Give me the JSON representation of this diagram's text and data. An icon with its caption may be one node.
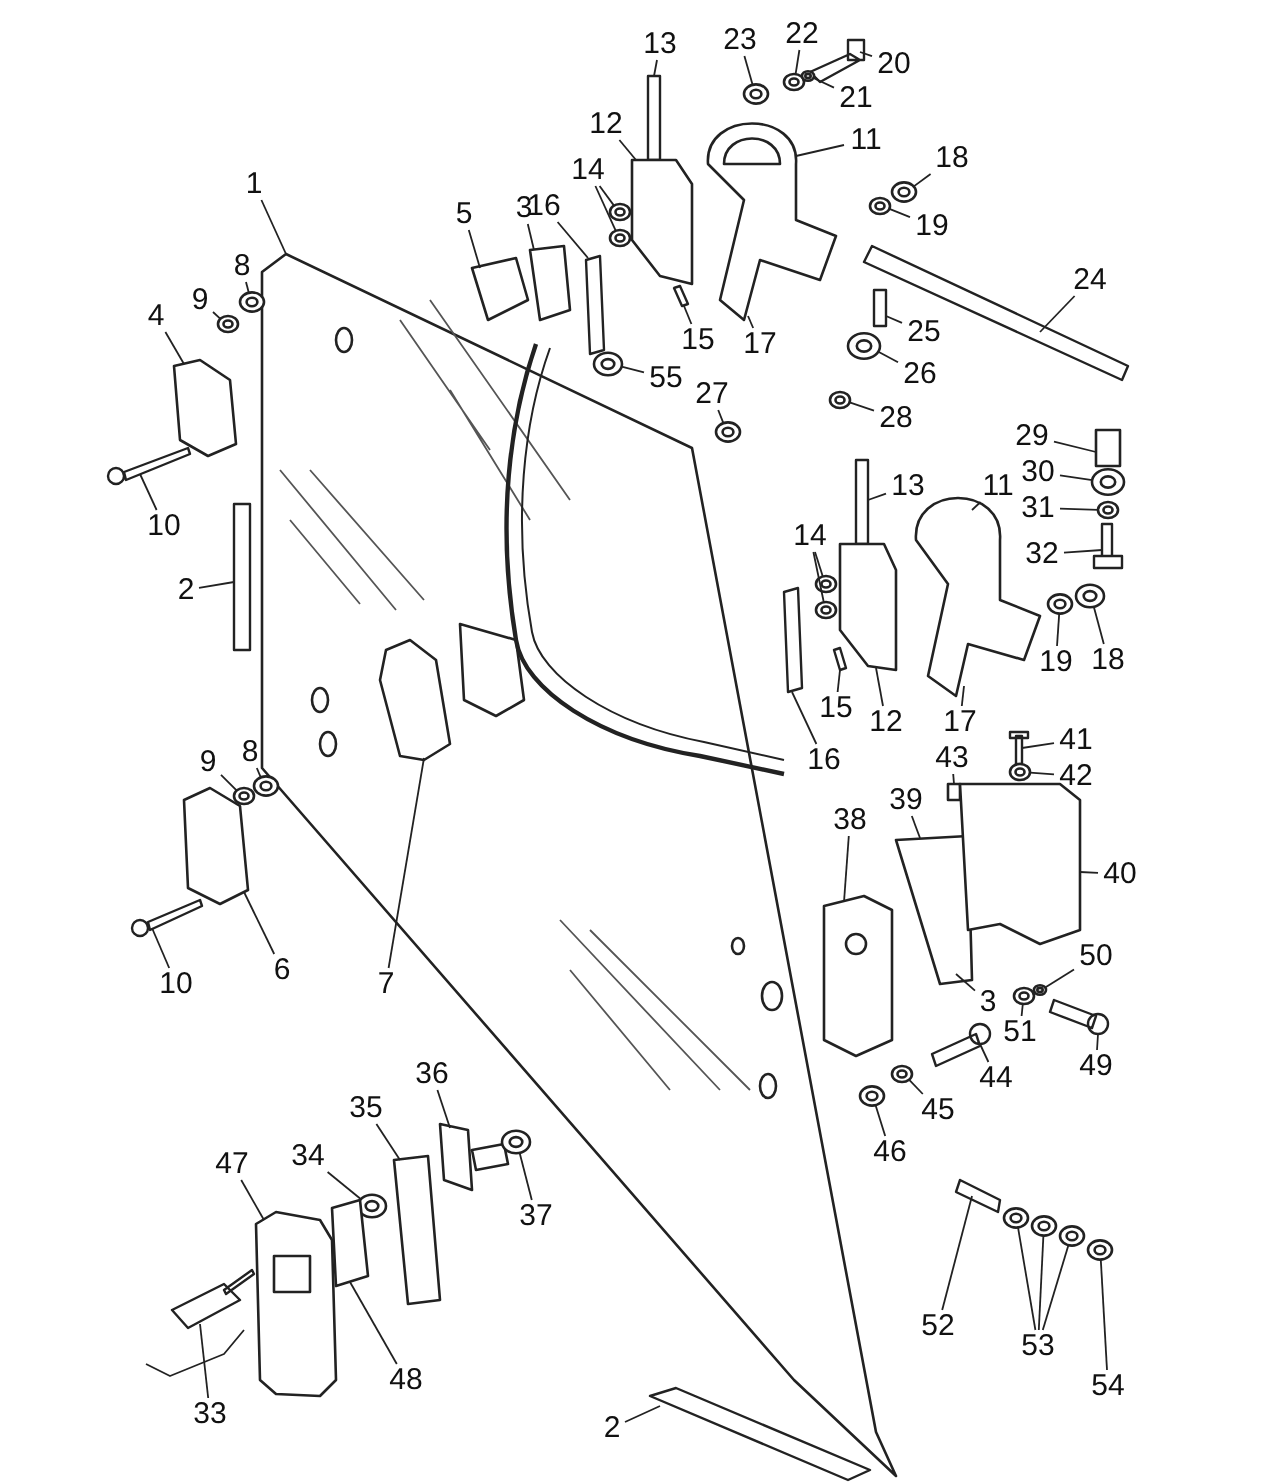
{
  "diagram": {
    "nodes": [
      {
        "text": [
          "1"
        ]
      },
      {
        "text": [
          "13"
        ]
      },
      {
        "text": [
          "23"
        ]
      },
      {
        "text": [
          "22"
        ]
      },
      {
        "text": [
          "20"
        ]
      },
      {
        "text": [
          "21"
        ]
      },
      {
        "text": [
          "12"
        ]
      },
      {
        "text": [
          "11"
        ]
      },
      {
        "text": [
          "16"
        ]
      },
      {
        "text": [
          "5"
        ]
      },
      {
        "text": [
          "3"
        ]
      },
      {
        "text": [
          "14"
        ]
      },
      {
        "text": [
          "18"
        ]
      },
      {
        "text": [
          "8"
        ]
      },
      {
        "text": [
          "9"
        ]
      },
      {
        "text": [
          "4"
        ]
      },
      {
        "text": [
          "19"
        ]
      },
      {
        "text": [
          "24"
        ]
      },
      {
        "text": [
          "15"
        ]
      },
      {
        "text": [
          "17"
        ]
      },
      {
        "text": [
          "25"
        ]
      },
      {
        "text": [
          "55"
        ]
      },
      {
        "text": [
          "26"
        ]
      },
      {
        "text": [
          "27"
        ]
      },
      {
        "text": [
          "28"
        ]
      },
      {
        "text": [
          "11"
        ]
      },
      {
        "text": [
          "13"
        ]
      },
      {
        "text": [
          "29"
        ]
      },
      {
        "text": [
          "30"
        ]
      },
      {
        "text": [
          "31"
        ]
      },
      {
        "text": [
          "32"
        ]
      },
      {
        "text": [
          "10"
        ]
      },
      {
        "text": [
          "14"
        ]
      },
      {
        "text": [
          "2"
        ]
      },
      {
        "text": [
          "19"
        ]
      },
      {
        "text": [
          "18"
        ]
      },
      {
        "text": [
          "15"
        ]
      },
      {
        "text": [
          "12"
        ]
      },
      {
        "text": [
          "17"
        ]
      },
      {
        "text": [
          "16"
        ]
      },
      {
        "text": [
          "41"
        ]
      },
      {
        "text": [
          "43"
        ]
      },
      {
        "text": [
          "42"
        ]
      },
      {
        "text": [
          "9"
        ]
      },
      {
        "text": [
          "8"
        ]
      },
      {
        "text": [
          "39"
        ]
      },
      {
        "text": [
          "38"
        ]
      },
      {
        "text": [
          "40"
        ]
      },
      {
        "text": [
          "10"
        ]
      },
      {
        "text": [
          "6"
        ]
      },
      {
        "text": [
          "7"
        ]
      },
      {
        "text": [
          "3"
        ]
      },
      {
        "text": [
          "50"
        ]
      },
      {
        "text": [
          "51"
        ]
      },
      {
        "text": [
          "49"
        ]
      },
      {
        "text": [
          "44"
        ]
      },
      {
        "text": [
          "45"
        ]
      },
      {
        "text": [
          "46"
        ]
      },
      {
        "text": [
          "36"
        ]
      },
      {
        "text": [
          "35"
        ]
      },
      {
        "text": [
          "34"
        ]
      },
      {
        "text": [
          "37"
        ]
      },
      {
        "text": [
          "47"
        ]
      },
      {
        "text": [
          "48"
        ]
      },
      {
        "text": [
          "52"
        ]
      },
      {
        "text": [
          "53"
        ]
      },
      {
        "text": [
          "54"
        ]
      },
      {
        "text": [
          "33"
        ]
      },
      {
        "text": [
          "2"
        ]
      },
      {
        "text": [],
        "shape": "box"
      },
      {
        "text": [],
        "shape": "bar"
      },
      {
        "text": [],
        "shape": "circle"
      },
      {
        "text": [],
        "shape": "circle"
      },
      {
        "text": [],
        "shape": "bar"
      },
      {
        "text": [],
        "shape": "circle"
      },
      {
        "text": [],
        "shape": "box"
      },
      {
        "text": [],
        "shape": "box"
      },
      {
        "text": [],
        "shape": "bar"
      },
      {
        "text": [],
        "shape": "box"
      },
      {
        "text": [],
        "shape": "box"
      },
      {
        "text": [],
        "shape": "circle"
      },
      {
        "text": [],
        "shape": "circle"
      },
      {
        "text": [],
        "shape": "circle"
      },
      {
        "text": [],
        "shape": "circle"
      },
      {
        "text": [],
        "shape": "circle"
      },
      {
        "text": [],
        "shape": "box"
      },
      {
        "text": [],
        "shape": "circle"
      },
      {
        "text": [],
        "shape": "bar"
      },
      {
        "text": [],
        "shape": "bar"
      },
      {
        "text": [],
        "shape": "bar"
      },
      {
        "text": [],
        "shape": "circle"
      },
      {
        "text": [],
        "shape": "circle"
      },
      {
        "text": [],
        "shape": "circle"
      },
      {
        "text": [],
        "shape": "circle"
      },
      {
        "text": [],
        "shape": "box"
      },
      {
        "text": [],
        "shape": "bar"
      },
      {
        "text": [],
        "shape": "box"
      },
      {
        "text": [],
        "shape": "circle"
      },
      {
        "text": [],
        "shape": "circle"
      },
      {
        "text": [],
        "shape": "bar"
      },
      {
        "text": [],
        "shape": "bar"
      },
      {
        "text": [],
        "shape": "circle"
      },
      {
        "text": [],
        "shape": "circle"
      },
      {
        "text": [],
        "shape": "bar"
      },
      {
        "text": [],
        "shape": "circle"
      },
      {
        "text": [],
        "shape": "circle"
      },
      {
        "text": [],
        "shape": "bar"
      },
      {
        "text": [],
        "shape": "box"
      },
      {
        "text": [],
        "shape": "bar"
      },
      {
        "text": [],
        "shape": "bar"
      },
      {
        "text": [],
        "shape": "box"
      },
      {
        "text": [],
        "shape": "circle"
      },
      {
        "text": [],
        "shape": "circle"
      },
      {
        "text": [],
        "shape": "circle"
      },
      {
        "text": [],
        "shape": "box"
      },
      {
        "text": [],
        "shape": "box"
      },
      {
        "text": [],
        "shape": "box"
      },
      {
        "text": [],
        "shape": "bar"
      },
      {
        "text": [],
        "shape": "box"
      },
      {
        "text": [],
        "shape": "box",
        "in": 69
      },
      {
        "text": [],
        "shape": "circle"
      },
      {
        "text": [],
        "shape": "circle"
      },
      {
        "text": [],
        "shape": "bar"
      },
      {
        "text": [],
        "shape": "bar"
      },
      {
        "text": [],
        "shape": "circle"
      },
      {
        "text": [],
        "shape": "circle"
      },
      {
        "text": [],
        "shape": "box"
      },
      {
        "text": [],
        "shape": "box"
      },
      {
        "text": [],
        "shape": "circle"
      },
      {
        "text": [],
        "shape": "circle"
      },
      {
        "text": [],
        "shape": "box"
      },
      {
        "text": [],
        "shape": "box"
      },
      {
        "text": [],
        "shape": "bar"
      },
      {
        "text": [],
        "shape": "circle"
      },
      {
        "text": [],
        "shape": "circle"
      },
      {
        "text": [],
        "shape": "circle"
      },
      {
        "text": [],
        "shape": "circle"
      },
      {
        "text": [],
        "shape": "bar"
      },
      {
        "text": [],
        "shape": "bar"
      },
      {
        "text": [],
        "shape": "box",
        "in": 69
      }
    ],
    "edges": [
      {
        "from": 0,
        "to": 69,
        "arrow": "none"
      },
      {
        "from": 1,
        "to": 70,
        "arrow": "none"
      },
      {
        "from": 2,
        "to": 71,
        "arrow": "none"
      },
      {
        "from": 3,
        "to": 72,
        "arrow": "none"
      },
      {
        "from": 4,
        "to": 73,
        "arrow": "none"
      },
      {
        "from": 5,
        "to": 74,
        "arrow": "none"
      },
      {
        "from": 6,
        "to": 75,
        "arrow": "none"
      },
      {
        "from": 7,
        "to": 76,
        "arrow": "none"
      },
      {
        "from": 8,
        "to": 77,
        "arrow": "none"
      },
      {
        "from": 9,
        "to": 78,
        "arrow": "none"
      },
      {
        "from": 10,
        "to": 79,
        "arrow": "none"
      },
      {
        "from": 11,
        "to": 80,
        "arrow": "none"
      },
      {
        "from": 11,
        "to": 81,
        "arrow": "none"
      },
      {
        "from": 12,
        "to": 82,
        "arrow": "none"
      },
      {
        "from": 13,
        "to": 83,
        "arrow": "none"
      },
      {
        "from": 14,
        "to": 84,
        "arrow": "none"
      },
      {
        "from": 15,
        "to": 85,
        "arrow": "none"
      },
      {
        "from": 16,
        "to": 86,
        "arrow": "none"
      },
      {
        "from": 17,
        "to": 87,
        "arrow": "none"
      },
      {
        "from": 18,
        "to": 88,
        "arrow": "none"
      },
      {
        "from": 19,
        "to": 76,
        "arrow": "none"
      },
      {
        "from": 20,
        "to": 89,
        "arrow": "none"
      },
      {
        "from": 21,
        "to": 90,
        "arrow": "none"
      },
      {
        "from": 22,
        "to": 91,
        "arrow": "none"
      },
      {
        "from": 23,
        "to": 92,
        "arrow": "none"
      },
      {
        "from": 24,
        "to": 93,
        "arrow": "none"
      },
      {
        "from": 25,
        "to": 94,
        "arrow": "none"
      },
      {
        "from": 26,
        "to": 95,
        "arrow": "none"
      },
      {
        "from": 27,
        "to": 96,
        "arrow": "none"
      },
      {
        "from": 28,
        "to": 97,
        "arrow": "none"
      },
      {
        "from": 29,
        "to": 98,
        "arrow": "none"
      },
      {
        "from": 30,
        "to": 99,
        "arrow": "none"
      },
      {
        "from": 31,
        "to": 100,
        "arrow": "none"
      },
      {
        "from": 32,
        "to": 101,
        "arrow": "none"
      },
      {
        "from": 32,
        "to": 102,
        "arrow": "none"
      },
      {
        "from": 33,
        "to": 103,
        "arrow": "none"
      },
      {
        "from": 34,
        "to": 104,
        "arrow": "none"
      },
      {
        "from": 35,
        "to": 105,
        "arrow": "none"
      },
      {
        "from": 36,
        "to": 106,
        "arrow": "none"
      },
      {
        "from": 37,
        "to": 107,
        "arrow": "none"
      },
      {
        "from": 38,
        "to": 94,
        "arrow": "none"
      },
      {
        "from": 39,
        "to": 108,
        "arrow": "none"
      },
      {
        "from": 40,
        "to": 109,
        "arrow": "none"
      },
      {
        "from": 41,
        "to": 110,
        "arrow": "none"
      },
      {
        "from": 42,
        "to": 111,
        "arrow": "none"
      },
      {
        "from": 43,
        "to": 112,
        "arrow": "none"
      },
      {
        "from": 44,
        "to": 113,
        "arrow": "none"
      },
      {
        "from": 45,
        "to": 114,
        "arrow": "none"
      },
      {
        "from": 46,
        "to": 115,
        "arrow": "none"
      },
      {
        "from": 47,
        "to": 116,
        "arrow": "none"
      },
      {
        "from": 48,
        "to": 117,
        "arrow": "none"
      },
      {
        "from": 49,
        "to": 118,
        "arrow": "none"
      },
      {
        "from": 50,
        "to": 119,
        "arrow": "none"
      },
      {
        "from": 51,
        "to": 114,
        "arrow": "none"
      },
      {
        "from": 52,
        "to": 120,
        "arrow": "none"
      },
      {
        "from": 53,
        "to": 121,
        "arrow": "none"
      },
      {
        "from": 54,
        "to": 122,
        "arrow": "none"
      },
      {
        "from": 55,
        "to": 123,
        "arrow": "none"
      },
      {
        "from": 56,
        "to": 124,
        "arrow": "none"
      },
      {
        "from": 57,
        "to": 125,
        "arrow": "none"
      },
      {
        "from": 58,
        "to": 126,
        "arrow": "none"
      },
      {
        "from": 59,
        "to": 127,
        "arrow": "none"
      },
      {
        "from": 60,
        "to": 128,
        "arrow": "none"
      },
      {
        "from": 61,
        "to": 129,
        "arrow": "none"
      },
      {
        "from": 62,
        "to": 130,
        "arrow": "none"
      },
      {
        "from": 63,
        "to": 131,
        "arrow": "none"
      },
      {
        "from": 64,
        "to": 132,
        "arrow": "none"
      },
      {
        "from": 65,
        "to": 133,
        "arrow": "none"
      },
      {
        "from": 65,
        "to": 134,
        "arrow": "none"
      },
      {
        "from": 65,
        "to": 135,
        "arrow": "none"
      },
      {
        "from": 66,
        "to": 136,
        "arrow": "none"
      },
      {
        "from": 67,
        "to": 137,
        "arrow": "none"
      },
      {
        "from": 68,
        "to": 138,
        "arrow": "none"
      }
    ]
  }
}
